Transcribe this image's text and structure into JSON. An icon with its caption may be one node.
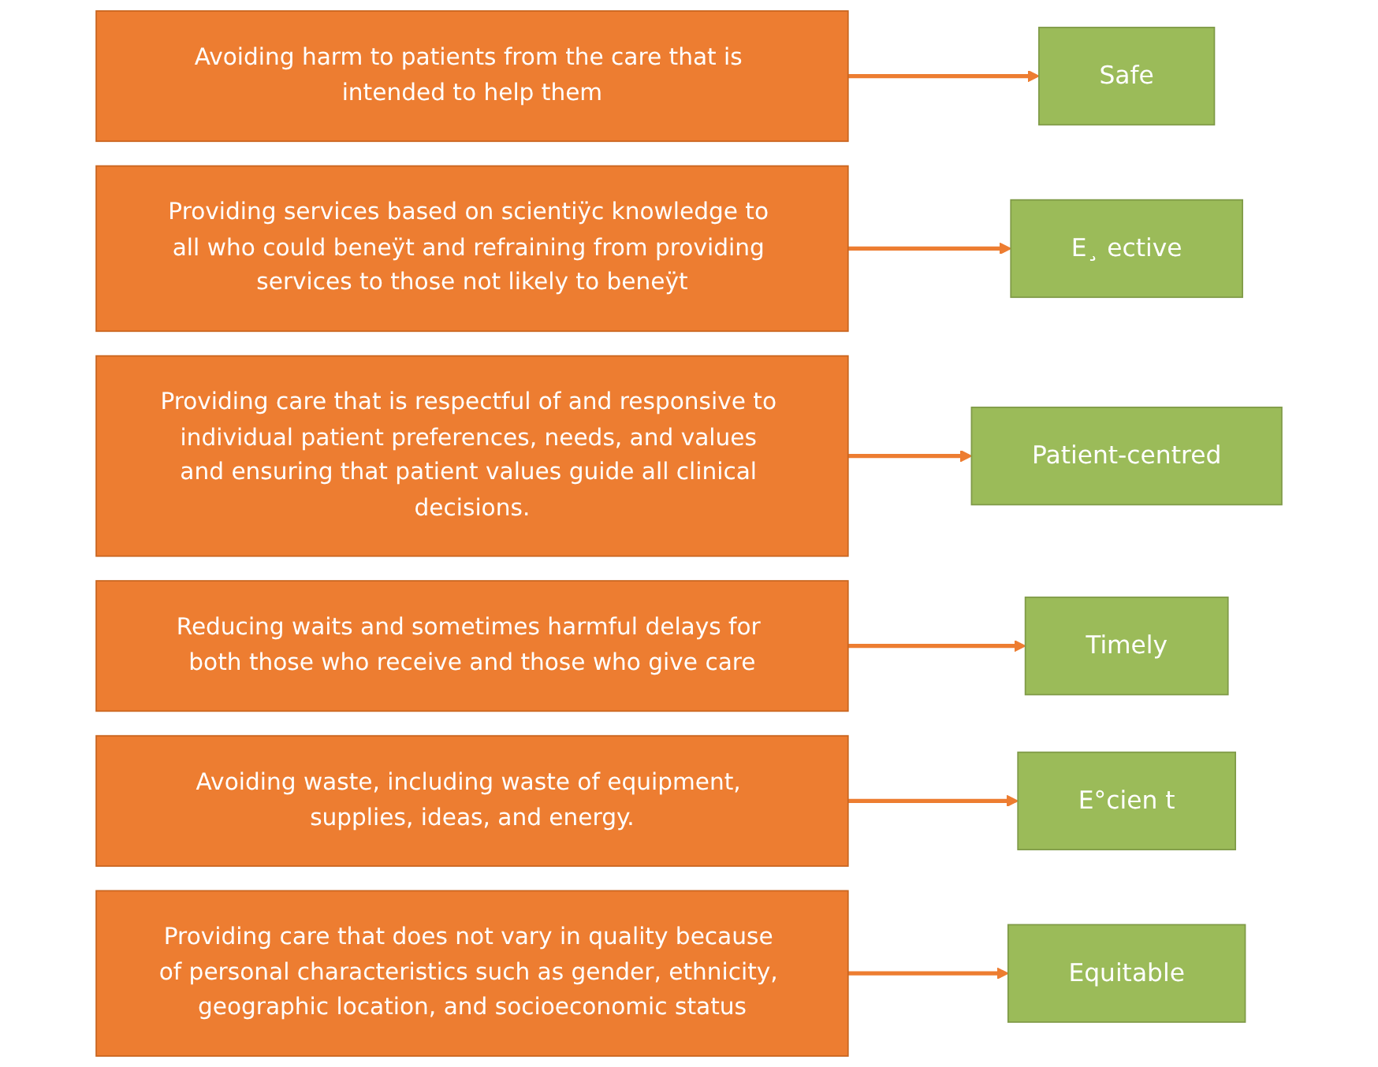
{
  "diagram": {
    "nodes": [
      {
        "text": [
          "Avoiding harm to patients from the care that is intended to help them"
        ]
      },
      {
        "text": [
          "Safe"
        ]
      },
      {
        "text": [
          "Providing services based on scientiÿc knowledge to all who could beneÿt and refraining from providing services to those not likely to beneÿt"
        ]
      },
      {
        "text": [
          "E¸ ective"
        ]
      },
      {
        "text": [
          "Providing care that is respectful of and responsive to individual patient preferences, needs, and values and ensuring that patient values guide all clinical decisions."
        ]
      },
      {
        "text": [
          "Patient-centred"
        ]
      },
      {
        "text": [
          "Reducing waits and sometimes harmful delays for both those who receive and those who give care"
        ]
      },
      {
        "text": [
          "Timely"
        ]
      },
      {
        "text": [
          "Avoiding waste, including waste of equipment, supplies, ideas, and energy."
        ]
      },
      {
        "text": [
          "E°cien t"
        ]
      },
      {
        "text": [
          "Providing care that does not vary in quality because of personal characteristics such as gender, ethnicity, geographic location, and socioeconomic status"
        ]
      },
      {
        "text": [
          "Equitable"
        ]
      }
    ],
    "edges": [
      {
        "from": 0,
        "to": 1,
        "arrow": "to"
      },
      {
        "from": 2,
        "to": 3,
        "arrow": "to"
      },
      {
        "from": 4,
        "to": 5,
        "arrow": "to"
      },
      {
        "from": 6,
        "to": 7,
        "arrow": "to"
      },
      {
        "from": 8,
        "to": 9,
        "arrow": "to"
      },
      {
        "from": 10,
        "to": 11,
        "arrow": "to"
      }
    ]
  }
}
